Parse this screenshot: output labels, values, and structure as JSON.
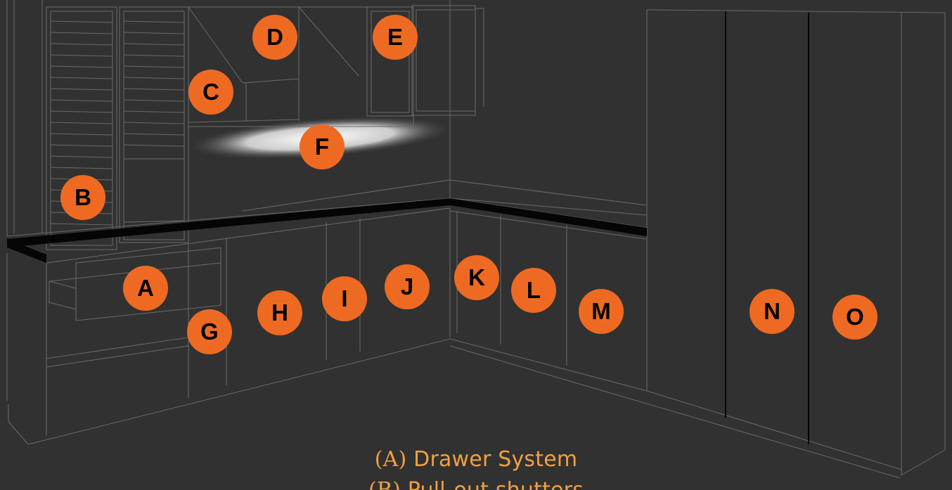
{
  "markers": [
    {
      "id": "A",
      "label": "A"
    },
    {
      "id": "B",
      "label": "B"
    },
    {
      "id": "C",
      "label": "C"
    },
    {
      "id": "D",
      "label": "D"
    },
    {
      "id": "E",
      "label": "E"
    },
    {
      "id": "F",
      "label": "F"
    },
    {
      "id": "G",
      "label": "G"
    },
    {
      "id": "H",
      "label": "H"
    },
    {
      "id": "I",
      "label": "I"
    },
    {
      "id": "J",
      "label": "J"
    },
    {
      "id": "K",
      "label": "K"
    },
    {
      "id": "L",
      "label": "L"
    },
    {
      "id": "M",
      "label": "M"
    },
    {
      "id": "N",
      "label": "N"
    },
    {
      "id": "O",
      "label": "O"
    }
  ],
  "legend": [
    {
      "code": "(A)",
      "text": "Drawer System"
    },
    {
      "code": "(B)",
      "text": "Pull-out shutters"
    }
  ],
  "colors": {
    "background": "#313131",
    "line": "#6a6a6a",
    "marker": "#ee6a22",
    "caption": "#f2a040",
    "worktop": "#050505"
  }
}
